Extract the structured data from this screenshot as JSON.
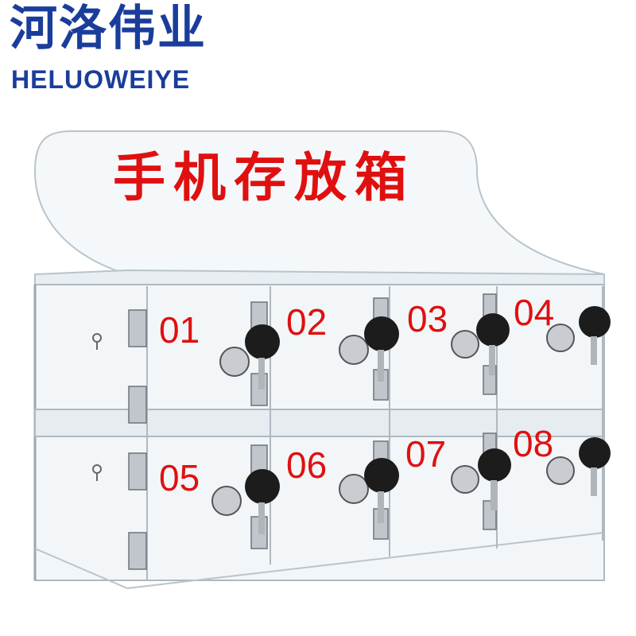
{
  "brand": {
    "name_cn": "河洛伟业",
    "name_en": "HELUOWEIYE"
  },
  "sign": {
    "title": "手机存放箱"
  },
  "compartments": [
    {
      "number": "01"
    },
    {
      "number": "02"
    },
    {
      "number": "03"
    },
    {
      "number": "04"
    },
    {
      "number": "05"
    },
    {
      "number": "06"
    },
    {
      "number": "07"
    },
    {
      "number": "08"
    }
  ],
  "colors": {
    "brand": "#1a3d9c",
    "label_red": "#e01010",
    "acrylic": "#c9d4dc"
  }
}
